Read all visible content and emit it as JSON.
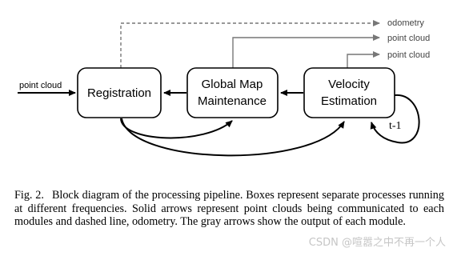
{
  "diagram": {
    "input_label": "point cloud",
    "boxes": {
      "registration": "Registration",
      "global_map": [
        "Global Map",
        "Maintenance"
      ],
      "velocity": [
        "Velocity",
        "Estimation"
      ]
    },
    "outputs": [
      "odometry",
      "point cloud",
      "point cloud"
    ],
    "loop_label": "t-1"
  },
  "caption": {
    "label": "Fig. 2.",
    "text": "Block diagram of the processing pipeline. Boxes represent separate processes running at different frequencies. Solid arrows represent point clouds being communicated to each modules and dashed line, odometry. The gray arrows show the output of each module."
  },
  "watermark": "CSDN @喧嚣之中不再一个人"
}
